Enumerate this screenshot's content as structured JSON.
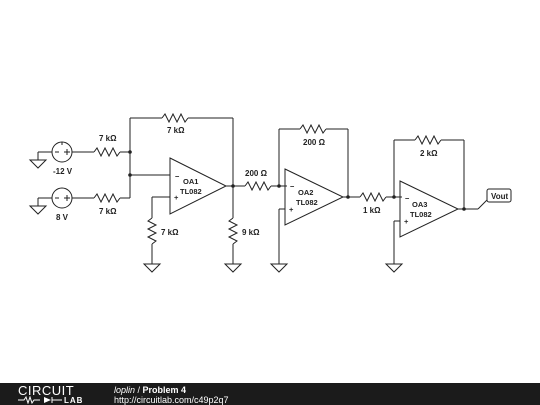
{
  "circuit": {
    "sources": [
      {
        "id": "src1",
        "value": "-12 V"
      },
      {
        "id": "src2",
        "value": "8 V"
      }
    ],
    "resistors": {
      "r_in1": "7 kΩ",
      "r_in2": "7 kΩ",
      "r_fb1": "7 kΩ",
      "r_gnd1": "7 kΩ",
      "r_load1": "9 kΩ",
      "r_in_oa2": "200 Ω",
      "r_fb2": "200 Ω",
      "r_in_oa3": "1 kΩ",
      "r_fb3": "2 kΩ"
    },
    "opamps": [
      {
        "id": "oa1",
        "name": "OA1",
        "part": "TL082"
      },
      {
        "id": "oa2",
        "name": "OA2",
        "part": "TL082"
      },
      {
        "id": "oa3",
        "name": "OA3",
        "part": "TL082"
      }
    ],
    "output_label": "Vout"
  },
  "footer": {
    "logo_top": "CIRCUIT",
    "logo_bottom": "LAB",
    "author": "loplin",
    "separator": " / ",
    "title": "Problem 4",
    "url": "http://circuitlab.com/c49p2q7"
  }
}
